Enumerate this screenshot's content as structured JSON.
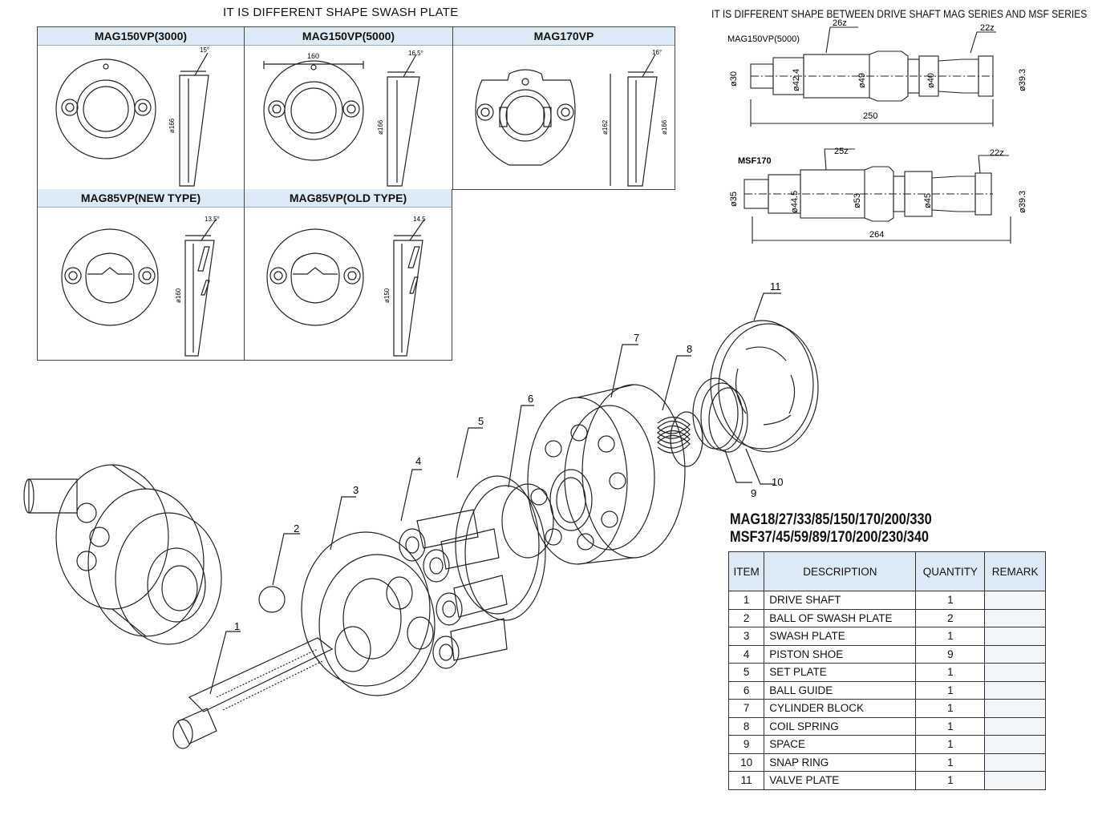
{
  "titles": {
    "swash_plate": "IT IS DIFFERENT SHAPE SWASH PLATE",
    "drive_shaft": "IT IS DIFFERENT SHAPE BETWEEN DRIVE SHAFT MAG SERIES AND MSF SERIES"
  },
  "swash_plates": [
    {
      "name": "MAG150VP(3000)",
      "angle": "15°",
      "dia": "ø166"
    },
    {
      "name": "MAG150VP(5000)",
      "width": "160",
      "angle": "16.5°",
      "dia": "ø166"
    },
    {
      "name": "MAG170VP",
      "angle": "16°",
      "dia": "ø162",
      "dia2": "ø166"
    },
    {
      "name": "MAG85VP(NEW TYPE)",
      "angle": "13.5°",
      "dia": "ø160"
    },
    {
      "name": "MAG85VP(OLD TYPE)",
      "angle": "14.5",
      "dia": "ø150"
    }
  ],
  "shafts": [
    {
      "name": "MAG150VP(5000)",
      "spline1": "26z",
      "spline2": "22z",
      "d1": "ø30",
      "d2": "ø42.4",
      "d3": "ø49",
      "d4": "ø40",
      "d5": "ø39.3",
      "length": "250"
    },
    {
      "name": "MSF170",
      "spline1": "25z",
      "spline2": "22z",
      "d1": "ø35",
      "d2": "ø44.5",
      "d3": "ø53",
      "d4": "ø45",
      "d5": "ø39.3",
      "length": "264"
    }
  ],
  "callouts": [
    "1",
    "2",
    "3",
    "4",
    "5",
    "6",
    "7",
    "8",
    "9",
    "10",
    "11"
  ],
  "series": {
    "mag": "MAG18/27/33/85/150/170/200/330",
    "msf": "MSF37/45/59/89/170/200/230/340"
  },
  "table": {
    "headers": [
      "ITEM",
      "DESCRIPTION",
      "QUANTITY",
      "REMARK"
    ],
    "rows": [
      {
        "item": "1",
        "desc": "DRIVE SHAFT",
        "qty": "1"
      },
      {
        "item": "2",
        "desc": "BALL OF SWASH PLATE",
        "qty": "2"
      },
      {
        "item": "3",
        "desc": "SWASH PLATE",
        "qty": "1"
      },
      {
        "item": "4",
        "desc": "PISTON SHOE",
        "qty": "9"
      },
      {
        "item": "5",
        "desc": "SET PLATE",
        "qty": "1"
      },
      {
        "item": "6",
        "desc": "BALL GUIDE",
        "qty": "1"
      },
      {
        "item": "7",
        "desc": "CYLINDER BLOCK",
        "qty": "1"
      },
      {
        "item": "8",
        "desc": "COIL SPRING",
        "qty": "1"
      },
      {
        "item": "9",
        "desc": "SPACE",
        "qty": "1"
      },
      {
        "item": "10",
        "desc": "SNAP RING",
        "qty": "1"
      },
      {
        "item": "11",
        "desc": "VALVE PLATE",
        "qty": "1"
      }
    ]
  }
}
